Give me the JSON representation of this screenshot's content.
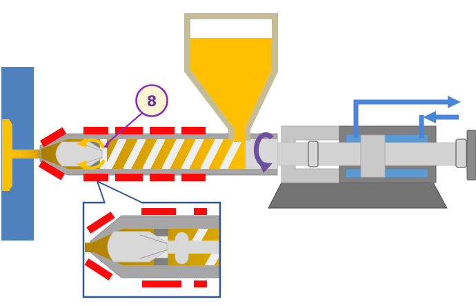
{
  "figure": {
    "type": "process-diagram",
    "subject": "injection molding machine cross-section",
    "callout_8": {
      "label": "8"
    },
    "colors": {
      "mold_blue": "#4F81BD",
      "plastic_yellow": "#FFC000",
      "melt_dark_gold": "#B8860B",
      "heater_red": "#FA0A0A",
      "barrel_gray": "#A6A6A6",
      "screw_light_gray": "#D9D9D9",
      "seat_dark_gray": "#7F7F7F",
      "hopper_tan": "#C4BD97",
      "housing_gray": "#808080",
      "bracket_gray": "#C6C6C6",
      "shaft_gray": "#D2D2D2",
      "base_gray": "#737373",
      "hydraulic_blue": "#5B9BD5",
      "pipe_blue": "#4A86D8",
      "rotation_purple": "#6B4FA0",
      "callout_purple": "#8E2BB8",
      "callout_text_purple": "#7030A0",
      "callout_fill": "#FBF5D2",
      "inset_border_blue": "#2F5597",
      "flow_arrow_yellow": "#FFC000"
    }
  }
}
